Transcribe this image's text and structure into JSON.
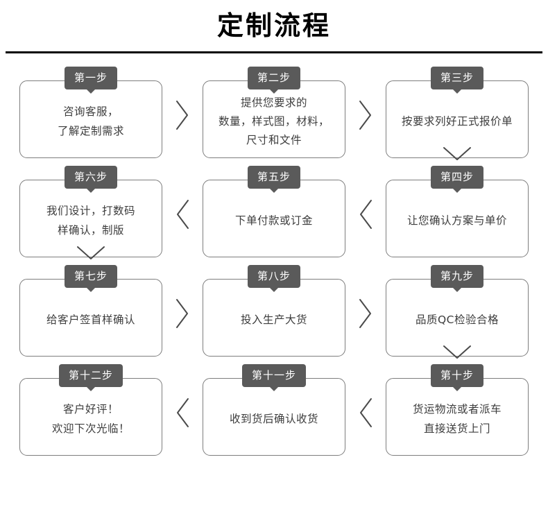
{
  "header": {
    "title": "定制流程"
  },
  "flow": {
    "badge_color": "#5a5a5a",
    "box_border_color": "#7d7d7d",
    "text_color": "#3d3d3d",
    "rule_color": "#000000",
    "rows": [
      {
        "direction": "left-to-right",
        "connector": "chevron-right",
        "cells": [
          {
            "badge": "第一步",
            "lines": [
              "咨询客服，",
              "了解定制需求"
            ]
          },
          {
            "badge": "第二步",
            "lines": [
              "提供您要求的",
              "数量，样式图，材料，",
              "尺寸和文件"
            ]
          },
          {
            "badge": "第三步",
            "lines": [
              "按要求列好正式报价单"
            ]
          }
        ]
      },
      {
        "direction": "right-to-left",
        "connector": "chevron-left",
        "cells": [
          {
            "badge": "第六步",
            "lines": [
              "我们设计，打数码",
              "样确认，制版"
            ]
          },
          {
            "badge": "第五步",
            "lines": [
              "下单付款或订金"
            ]
          },
          {
            "badge": "第四步",
            "lines": [
              "让您确认方案与单价"
            ]
          }
        ]
      },
      {
        "direction": "left-to-right",
        "connector": "chevron-right",
        "cells": [
          {
            "badge": "第七步",
            "lines": [
              "给客户签首样确认"
            ]
          },
          {
            "badge": "第八步",
            "lines": [
              "投入生产大货"
            ]
          },
          {
            "badge": "第九步",
            "lines": [
              "品质QC检验合格"
            ]
          }
        ]
      },
      {
        "direction": "right-to-left",
        "connector": "chevron-left",
        "cells": [
          {
            "badge": "第十二步",
            "lines": [
              "客户好评！",
              "欢迎下次光临！"
            ]
          },
          {
            "badge": "第十一步",
            "lines": [
              "收到货后确认收货"
            ]
          },
          {
            "badge": "第十步",
            "lines": [
              "货运物流或者派车",
              "直接送货上门"
            ]
          }
        ]
      }
    ],
    "vertical_connectors": [
      {
        "name": "connector-step3-to-step4",
        "column": "right",
        "after_row": 0
      },
      {
        "name": "connector-step6-to-step7",
        "column": "left",
        "after_row": 1
      },
      {
        "name": "connector-step9-to-step10",
        "column": "right",
        "after_row": 2
      }
    ]
  }
}
